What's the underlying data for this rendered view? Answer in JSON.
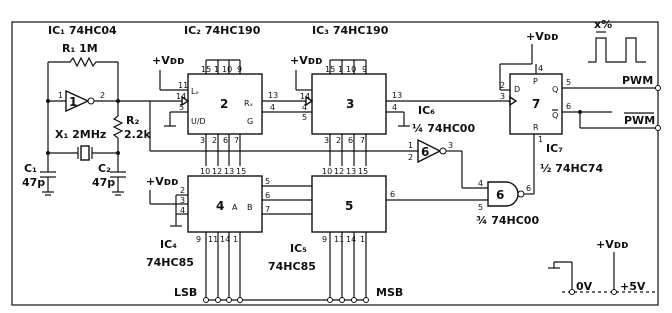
{
  "labels": {
    "ic1": "IC₁ 74HC04",
    "ic2": "IC₂ 74HC190",
    "ic3": "IC₃ 74HC190",
    "ic4": "IC₄",
    "ic4_part": "74HC85",
    "ic5": "IC₅",
    "ic5_part": "74HC85",
    "ic6": "IC₆",
    "ic6_part": "¼ 74HC00",
    "ic6_gate_part": "¾ 74HC00",
    "ic7": "IC₇",
    "ic7_part": "½ 74HC74",
    "r1": "R₁ 1M",
    "r2": "R₂",
    "r2_val": "2.2k",
    "x1": "X₁ 2MHz",
    "c1": "C₁",
    "c1_val": "47p",
    "c2": "C₂",
    "c2_val": "47p",
    "vdd": "+Vᴅᴅ",
    "pwm": "PWM",
    "pwm_bar": "PWM",
    "lsb": "LSB",
    "msb": "MSB",
    "duty": "x%",
    "zero_v": "0V",
    "plus_5v": "+5V"
  },
  "blocks": {
    "b1": "1",
    "b2": "2",
    "b3": "3",
    "b4": "4",
    "b5": "5",
    "b6": "6",
    "b7": "7",
    "a": "A",
    "b": "B",
    "lo": "Lₒ",
    "ud": "U/D",
    "rc": "Rₓ",
    "g": "G",
    "p": "P",
    "r": "R",
    "d": "D",
    "q": "Q",
    "qbar": "Q"
  },
  "pins": {
    "p1": "1",
    "p2": "2",
    "p3": "3",
    "p4": "4",
    "p5": "5",
    "p6": "6",
    "p7": "7",
    "p9": "9",
    "p10": "10",
    "p11": "11",
    "p12": "12",
    "p13": "13",
    "p14": "14",
    "p15": "15"
  }
}
